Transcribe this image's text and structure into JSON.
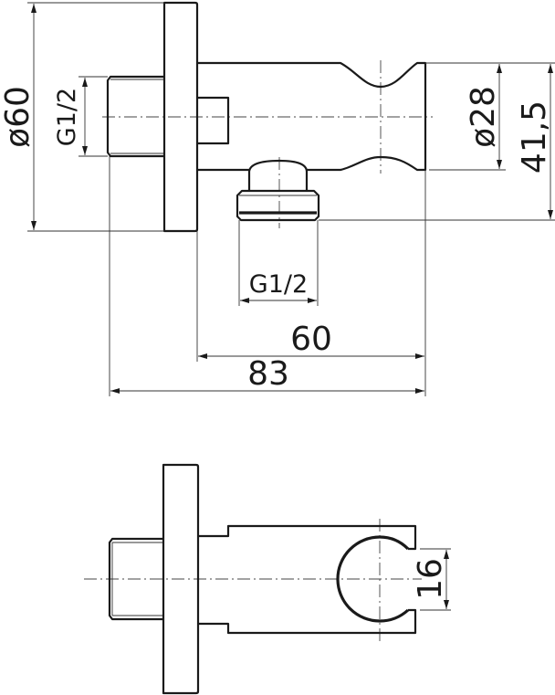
{
  "top_view": {
    "dim_flange_diameter": "ø60",
    "dim_inlet_thread": "G1/2",
    "dim_holder_diameter": "ø28",
    "dim_outlet_height": "41,5",
    "dim_outlet_thread": "G1/2",
    "dim_body_length": "60",
    "dim_total_length": "83"
  },
  "bottom_view": {
    "dim_clip_opening": "16"
  }
}
